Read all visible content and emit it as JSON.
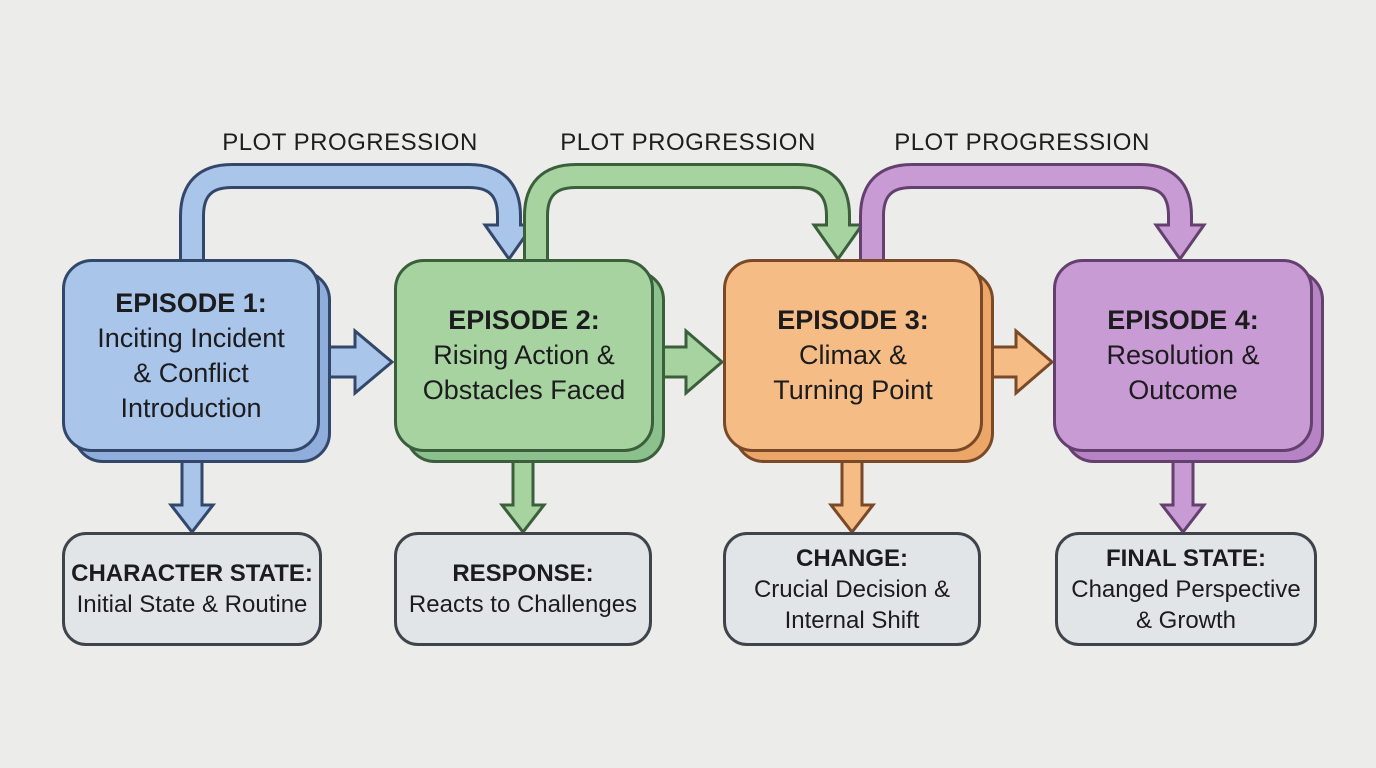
{
  "diagram_title": "",
  "plot_progression": {
    "labels": [
      "PLOT PROGRESSION",
      "PLOT PROGRESSION",
      "PLOT PROGRESSION"
    ]
  },
  "episodes": [
    {
      "title": "EPISODE 1:",
      "lines": [
        "Inciting Incident",
        "& Conflict",
        "Introduction"
      ],
      "color": "blue",
      "state": {
        "title": "CHARACTER STATE:",
        "lines": [
          "Initial State & Routine",
          ""
        ]
      }
    },
    {
      "title": "EPISODE 2:",
      "lines": [
        "Rising Action &",
        "Obstacles Faced",
        ""
      ],
      "color": "green",
      "state": {
        "title": "RESPONSE:",
        "lines": [
          "Reacts to Challenges",
          ""
        ]
      }
    },
    {
      "title": "EPISODE 3:",
      "lines": [
        "Climax &",
        "Turning Point",
        ""
      ],
      "color": "orange",
      "state": {
        "title": "CHANGE:",
        "lines": [
          "Crucial Decision &",
          "Internal Shift"
        ]
      }
    },
    {
      "title": "EPISODE 4:",
      "lines": [
        "Resolution &",
        "Outcome",
        ""
      ],
      "color": "purple",
      "state": {
        "title": "FINAL STATE:",
        "lines": [
          "Changed Perspective",
          "& Growth"
        ]
      }
    }
  ],
  "palette": {
    "background": "#ECECEB",
    "text": "#1C1C1E",
    "blue": {
      "fill": "#A9C5EA",
      "border": "#33476B",
      "shadow": "#8FAEDC"
    },
    "green": {
      "fill": "#A7D3A1",
      "border": "#3B5E3B",
      "shadow": "#8CC08C"
    },
    "orange": {
      "fill": "#F6BC85",
      "border": "#7A4A28",
      "shadow": "#EBA668"
    },
    "purple": {
      "fill": "#C89BD4",
      "border": "#64406E",
      "shadow": "#B683C4"
    },
    "state_box": {
      "fill": "#E2E5E8",
      "border": "#3F434A"
    }
  }
}
